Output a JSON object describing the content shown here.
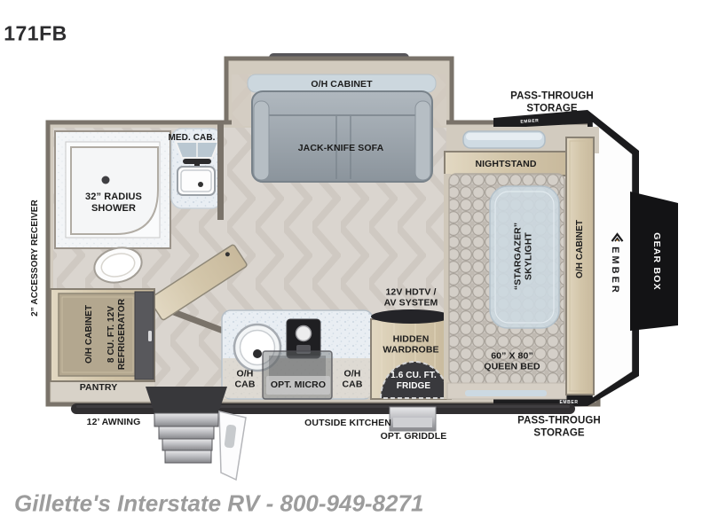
{
  "title": "171FB",
  "footer": "Gillette's Interstate RV - 800-949-8271",
  "brand": {
    "name": "EMBER"
  },
  "labels": {
    "oh_cabinet_top": "O/H CABINET",
    "jack_knife_sofa": "JACK-KNIFE SOFA",
    "pass_through_storage_top": "PASS-THROUGH\nSTORAGE",
    "pass_through_storage_bottom": "PASS-THROUGH\nSTORAGE",
    "med_cab": "MED. CAB.",
    "radius_shower": "32” RADIUS\nSHOWER",
    "nightstand": "NIGHTSTAND",
    "stargazer_skylight": "“STARGAZER”\nSKYLIGHT",
    "oh_cabinet_bedside": "O/H CABINET",
    "gear_box": "GEAR BOX",
    "accessory_receiver": "2” ACCESSORY RECEIVER",
    "oh_cabinet_left": "O/H CABINET",
    "refrigerator": "8 CU. FT. 12V\nREFRIGERATOR",
    "pantry": "PANTRY",
    "hdtv_av": "12V HDTV /\nAV SYSTEM",
    "hidden_wardrobe": "HIDDEN\nWARDROBE",
    "queen_bed": "60” X 80”\nQUEEN BED",
    "oh_cab_sink": "O/H\nCAB",
    "opt_micro": "OPT. MICRO",
    "oh_cab_range": "O/H\nCAB",
    "compact_fridge": "1.6 CU. FT.\nFRIDGE",
    "awning": "12’ AWNING",
    "outside_kitchen": "OUTSIDE KITCHEN",
    "opt_griddle": "OPT. GRIDDLE",
    "ember_wordmark": "EMBER",
    "ember_tag_top": "EMBER",
    "ember_tag_bottom": "EMBER"
  },
  "colors": {
    "wall": "#7a736a",
    "body_tan": "#d2cbbf",
    "floor": "#dad5cf",
    "black_trim": "#1d1d1f",
    "accent_orange": "#f59a21",
    "sofa_gray": "#9aa3ab",
    "wood": "#d3c6aa",
    "counter": "#e9eef3",
    "mattress": "#ccc7c0",
    "skylight_blue": "#cdd9e1",
    "label_text": "#1c1c1c",
    "footer_gray": "#9c9c9c"
  }
}
